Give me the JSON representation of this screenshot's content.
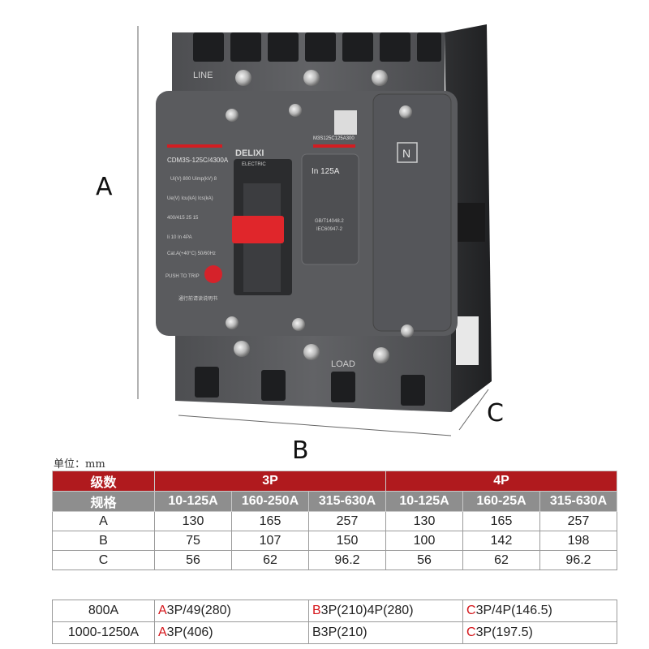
{
  "product": {
    "dimension_labels": {
      "a": "A",
      "b": "B",
      "c": "C"
    },
    "top_label": "LINE",
    "bottom_label": "LOAD",
    "model_text": "CDM3S-125C/4300A",
    "brand_text": "DELIXI",
    "brand_sub": "ELECTRIC",
    "rating_text": "In  125A",
    "code_text": "M3S125C125A300",
    "standard_1": "GB/T14048.2",
    "standard_2": "IEC60947-2",
    "neutral_mark": "N",
    "push_to_trip": "PUSH TO TRIP",
    "spec_lines": [
      "Ui(V) 800    Uimp(kV) 8",
      "Ue(V)   Icu(kA)   Ics(kA)",
      "400/415    25      15",
      "Ii 10 In               4PA",
      "Cat.A(+40°C)      50/60Hz"
    ],
    "warning_text": "通行前请读说明书"
  },
  "unit_label": "单位：mm",
  "spec_table": {
    "header_row": {
      "label": "级数",
      "group_3p": "3P",
      "group_4p": "4P"
    },
    "sub_row": {
      "label": "规格",
      "ranges": [
        "10-125A",
        "160-250A",
        "315-630A",
        "10-125A",
        "160-25A",
        "315-630A"
      ]
    },
    "rows": [
      {
        "label": "A",
        "values": [
          "130",
          "165",
          "257",
          "130",
          "165",
          "257"
        ]
      },
      {
        "label": "B",
        "values": [
          "75",
          "107",
          "150",
          "100",
          "142",
          "198"
        ]
      },
      {
        "label": "C",
        "values": [
          "56",
          "62",
          "96.2",
          "56",
          "62",
          "96.2"
        ]
      }
    ]
  },
  "frame_table": {
    "rows": [
      {
        "frame": "800A",
        "a": {
          "letter": "A",
          "text": "3P/49(280)"
        },
        "b": {
          "letter": "B",
          "text": "3P(210)4P(280)"
        },
        "c": {
          "letter": "C",
          "text": "3P/4P(146.5)"
        }
      },
      {
        "frame": "1000-1250A",
        "a": {
          "letter": "A",
          "text": "3P(406)"
        },
        "b": {
          "letter": "B",
          "text": "3P(210)"
        },
        "c": {
          "letter": "C",
          "text": "3P(197.5)"
        }
      }
    ],
    "red_letter_color": "#d51419",
    "plain_letter_cells": [
      "row2-b"
    ]
  },
  "colors": {
    "header_red": "#b01a1e",
    "header_grey": "#8e8e8e",
    "breaker_body": "#5c5d60",
    "breaker_dark": "#3a3b3d",
    "handle_red": "#e0262b"
  }
}
